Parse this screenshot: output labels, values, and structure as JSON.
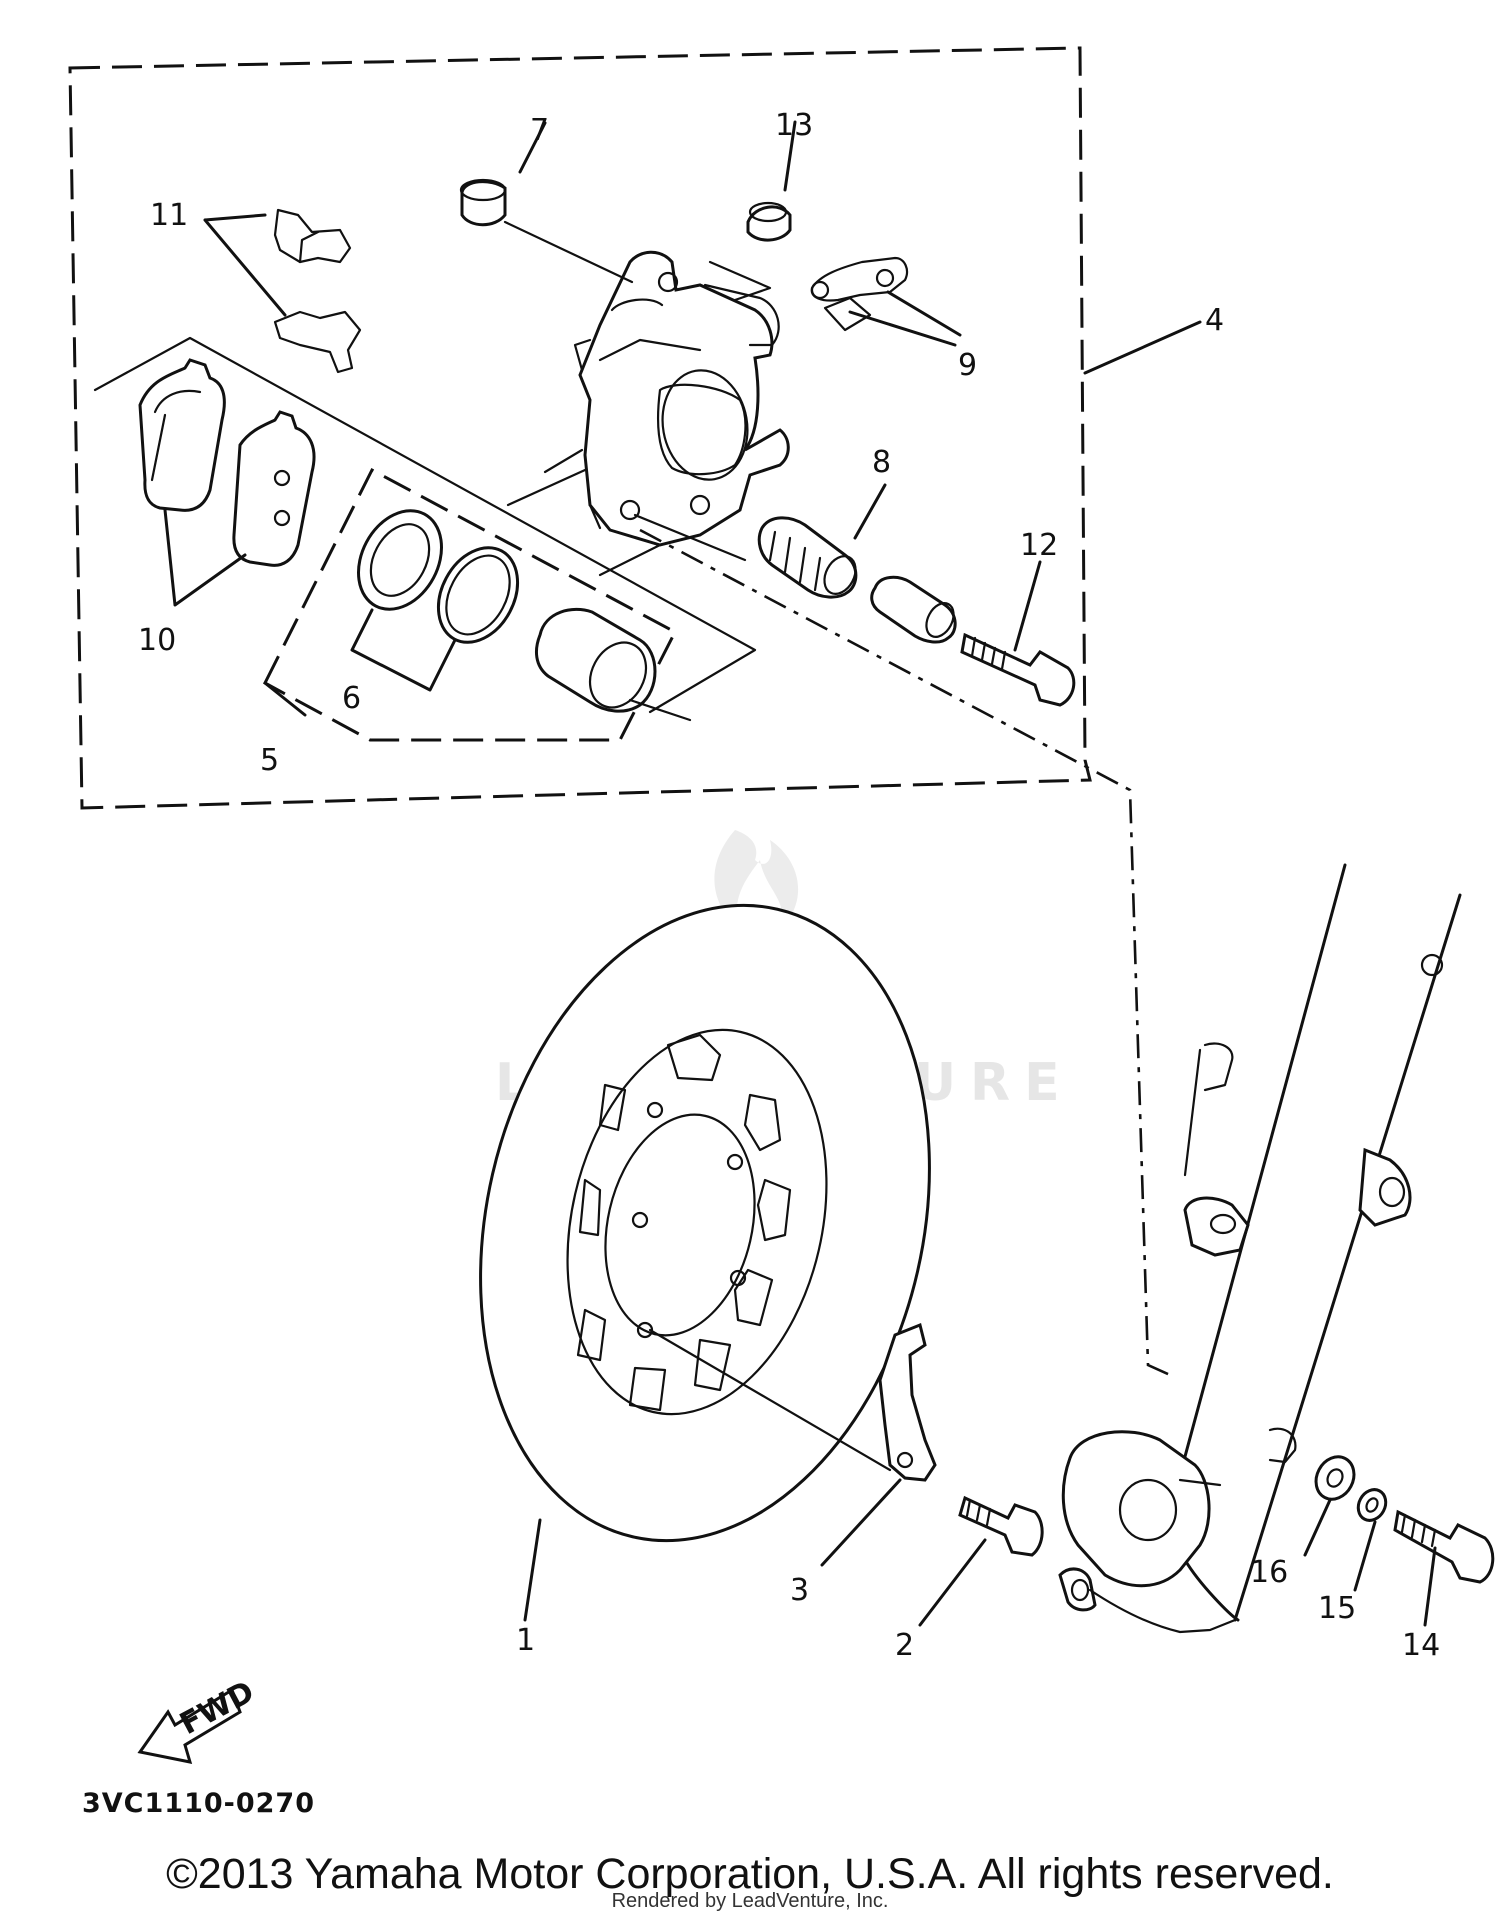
{
  "diagram": {
    "callouts": [
      {
        "id": "callout-1",
        "label": "1"
      },
      {
        "id": "callout-2",
        "label": "2"
      },
      {
        "id": "callout-3",
        "label": "3"
      },
      {
        "id": "callout-4",
        "label": "4"
      },
      {
        "id": "callout-5",
        "label": "5"
      },
      {
        "id": "callout-6",
        "label": "6"
      },
      {
        "id": "callout-7",
        "label": "7"
      },
      {
        "id": "callout-8",
        "label": "8"
      },
      {
        "id": "callout-9",
        "label": "9"
      },
      {
        "id": "callout-10",
        "label": "10"
      },
      {
        "id": "callout-11",
        "label": "11"
      },
      {
        "id": "callout-12",
        "label": "12"
      },
      {
        "id": "callout-13",
        "label": "13"
      },
      {
        "id": "callout-14",
        "label": "14"
      },
      {
        "id": "callout-15",
        "label": "15"
      },
      {
        "id": "callout-16",
        "label": "16"
      }
    ],
    "fwd_label": "FWD",
    "diagram_code": "3VC1110-0270",
    "watermark": "LEADVENTURE"
  },
  "footer": {
    "copyright": "©2013 Yamaha Motor Corporation, U.S.A. All rights reserved.",
    "rendered_by": "Rendered by LeadVenture, Inc."
  },
  "colors": {
    "line": "#111111",
    "background": "#ffffff",
    "watermark": "#e6e6e6"
  }
}
